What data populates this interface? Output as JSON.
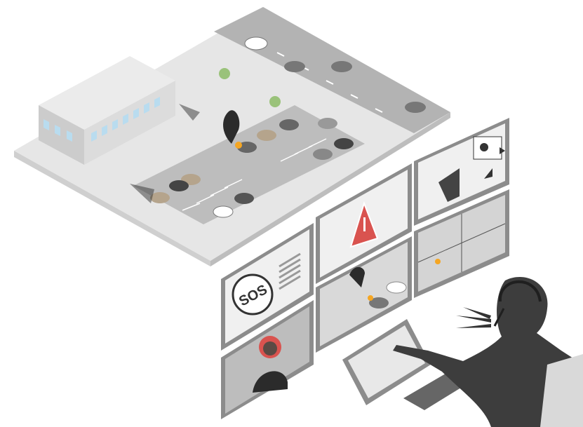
{
  "illustration": {
    "sos_label": "SOS",
    "colors": {
      "ground": "#e6e6e6",
      "asphalt": "#bdbdbd",
      "road": "#b3b3b3",
      "building": "#d9d9d9",
      "window": "#b9dcef",
      "monitor_frame": "#8c8c8c",
      "screen": "#f0f0f0",
      "warning": "#d9534f",
      "silhouette": "#3d3d3d",
      "fire": "#f5a623",
      "smoke": "#2b2b2b"
    },
    "icons": [
      "sos-call-icon",
      "warning-icon",
      "speaker-icon",
      "camera-grid",
      "operator-headset"
    ]
  }
}
